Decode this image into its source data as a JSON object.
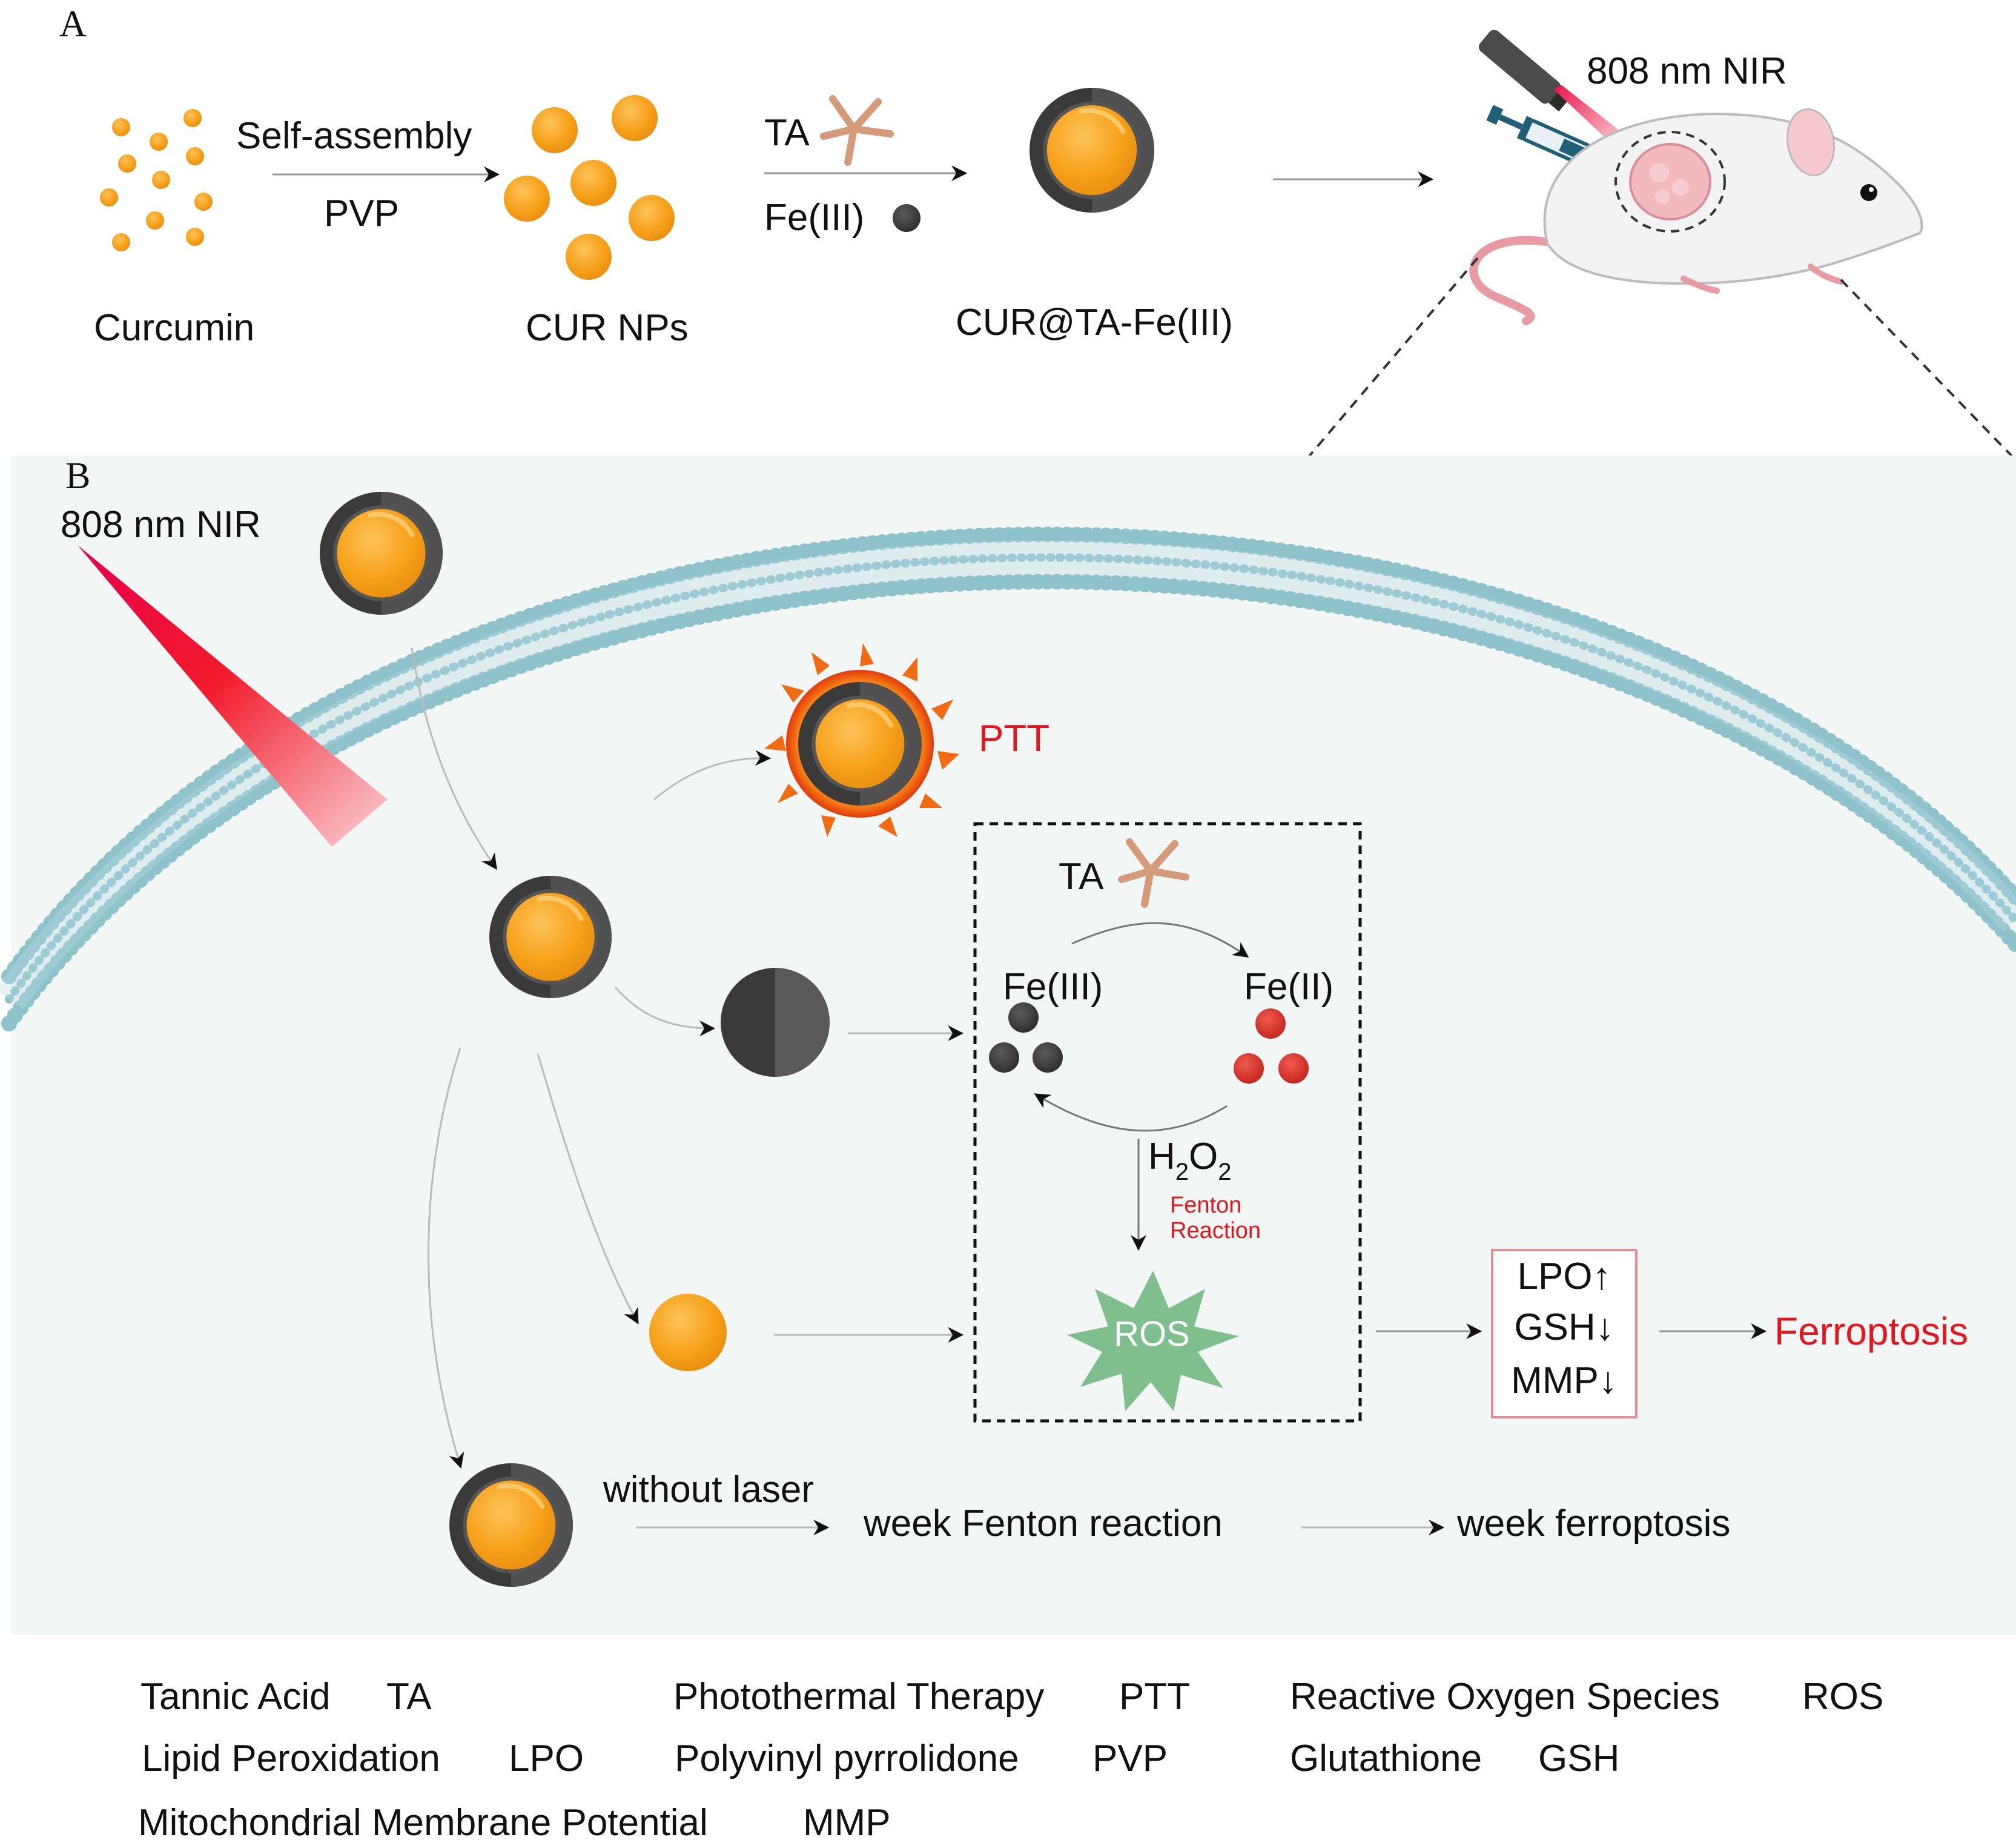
{
  "panel_a": {
    "letter": "A",
    "curcumin_label": "Curcumin",
    "step1_top": "Self-assembly",
    "step1_bottom": "PVP",
    "cur_nps_label": "CUR NPs",
    "ta_label": "TA",
    "fe3_label": "Fe(III)",
    "product_label": "CUR@TA-Fe(III)",
    "laser_label": "808 nm NIR"
  },
  "panel_b": {
    "letter": "B",
    "laser_label": "808 nm NIR",
    "ptt_label": "PTT",
    "ta_label": "TA",
    "fe3_label": "Fe(III)",
    "fe2_label": "Fe(II)",
    "h2o2_h": "H",
    "h2o2_sub1": "2",
    "h2o2_o": "O",
    "h2o2_sub2": "2",
    "fenton_line1": "Fenton",
    "fenton_line2": "Reaction",
    "ros_label": "ROS",
    "marker_lpo": "LPO↑",
    "marker_gsh": "GSH↓",
    "marker_mmp": "MMP↓",
    "outcome": "Ferroptosis",
    "without_laser": "without laser",
    "weak_fenton": "week Fenton reaction",
    "weak_ferroptosis": "week ferroptosis"
  },
  "legend": [
    {
      "name": "Tannic Acid",
      "abbr": "TA"
    },
    {
      "name": "Photothermal Therapy",
      "abbr": "PTT"
    },
    {
      "name": "Reactive Oxygen Species",
      "abbr": "ROS"
    },
    {
      "name": "Lipid Peroxidation",
      "abbr": "LPO"
    },
    {
      "name": "Polyvinyl pyrrolidone",
      "abbr": "PVP"
    },
    {
      "name": "Glutathione",
      "abbr": "GSH"
    },
    {
      "name": "Mitochondrial Membrane Potential",
      "abbr": "MMP"
    }
  ],
  "colors": {
    "curcumin_orange": "#f7a21b",
    "shell_dark": "#3a3a3a",
    "fe3_gray": "#3d3d3d",
    "fe2_red": "#d62a22",
    "ros_green": "#7fbf8e",
    "membrane_teal": "#8ec3cc",
    "panel_b_bg": "#f2f6f5",
    "highlight_red": "#e8141c"
  }
}
